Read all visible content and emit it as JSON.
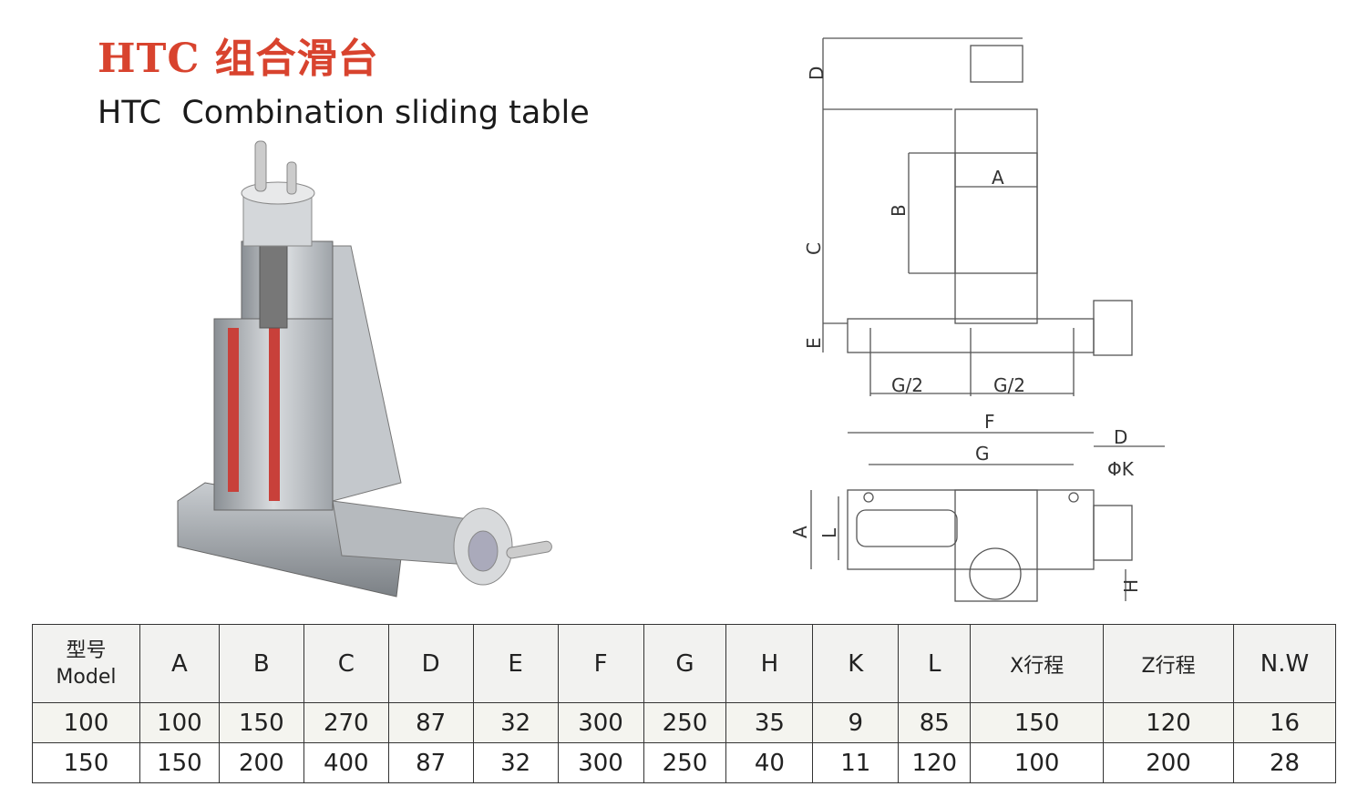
{
  "title_cn": "HTC 组合滑台",
  "title_en": "HTC  Combination sliding table",
  "drawing_labels": {
    "front": {
      "D": "D",
      "C": "C",
      "B": "B",
      "A": "A",
      "E": "E",
      "G_half_left": "G/2",
      "G_half_right": "G/2"
    },
    "top": {
      "F": "F",
      "G": "G",
      "D": "D",
      "K": "ΦK",
      "A": "A",
      "L": "L",
      "H": "H"
    }
  },
  "table": {
    "model_header_cn": "型号",
    "model_header_en": "Model",
    "headers": [
      "A",
      "B",
      "C",
      "D",
      "E",
      "F",
      "G",
      "H",
      "K",
      "L",
      "X行程",
      "Z行程",
      "N.W"
    ],
    "rows": [
      [
        "100",
        "100",
        "150",
        "270",
        "87",
        "32",
        "300",
        "250",
        "35",
        "9",
        "85",
        "150",
        "120",
        "16"
      ],
      [
        "150",
        "150",
        "200",
        "400",
        "87",
        "32",
        "300",
        "250",
        "40",
        "11",
        "120",
        "100",
        "200",
        "28"
      ]
    ]
  }
}
